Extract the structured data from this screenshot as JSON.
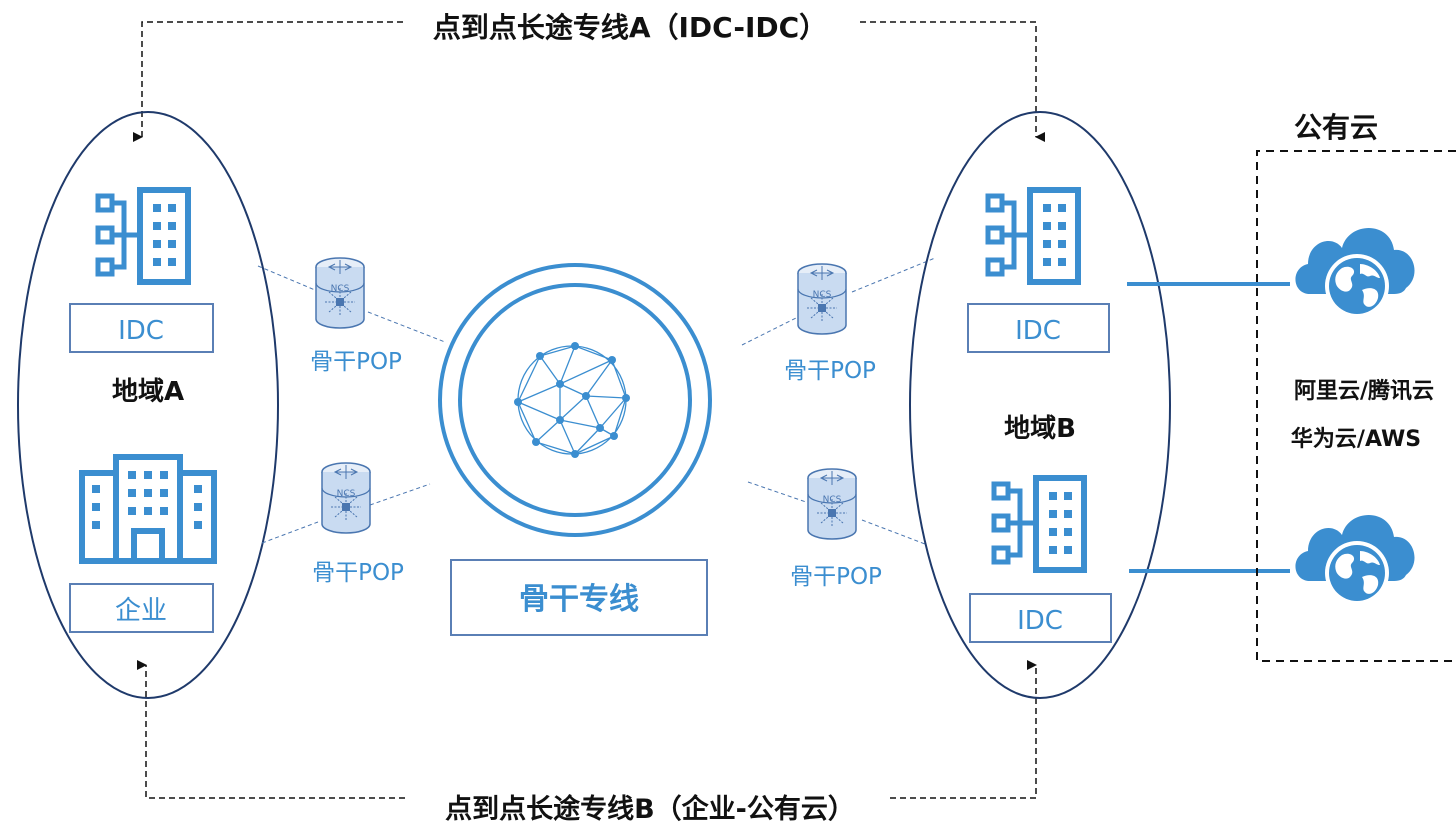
{
  "title_top": "点到点长途专线A（IDC-IDC）",
  "title_bottom": "点到点长途专线B（企业-公有云）",
  "region_a": {
    "label": "地域A",
    "idc_label": "IDC",
    "enterprise_label": "企业"
  },
  "region_b": {
    "label": "地域B",
    "idc1_label": "IDC",
    "idc2_label": "IDC"
  },
  "pop_label": "骨干POP",
  "ncs_label": "NCS",
  "backbone_label": "骨干专线",
  "public_cloud": {
    "title": "公有云",
    "providers_line1": "阿里云/腾讯云",
    "providers_line2": "华为云/AWS"
  },
  "colors": {
    "primary": "#3b8ed0",
    "box_border": "#5a7fb5",
    "ellipse": "#1f3a6b",
    "dark": "#111111"
  }
}
